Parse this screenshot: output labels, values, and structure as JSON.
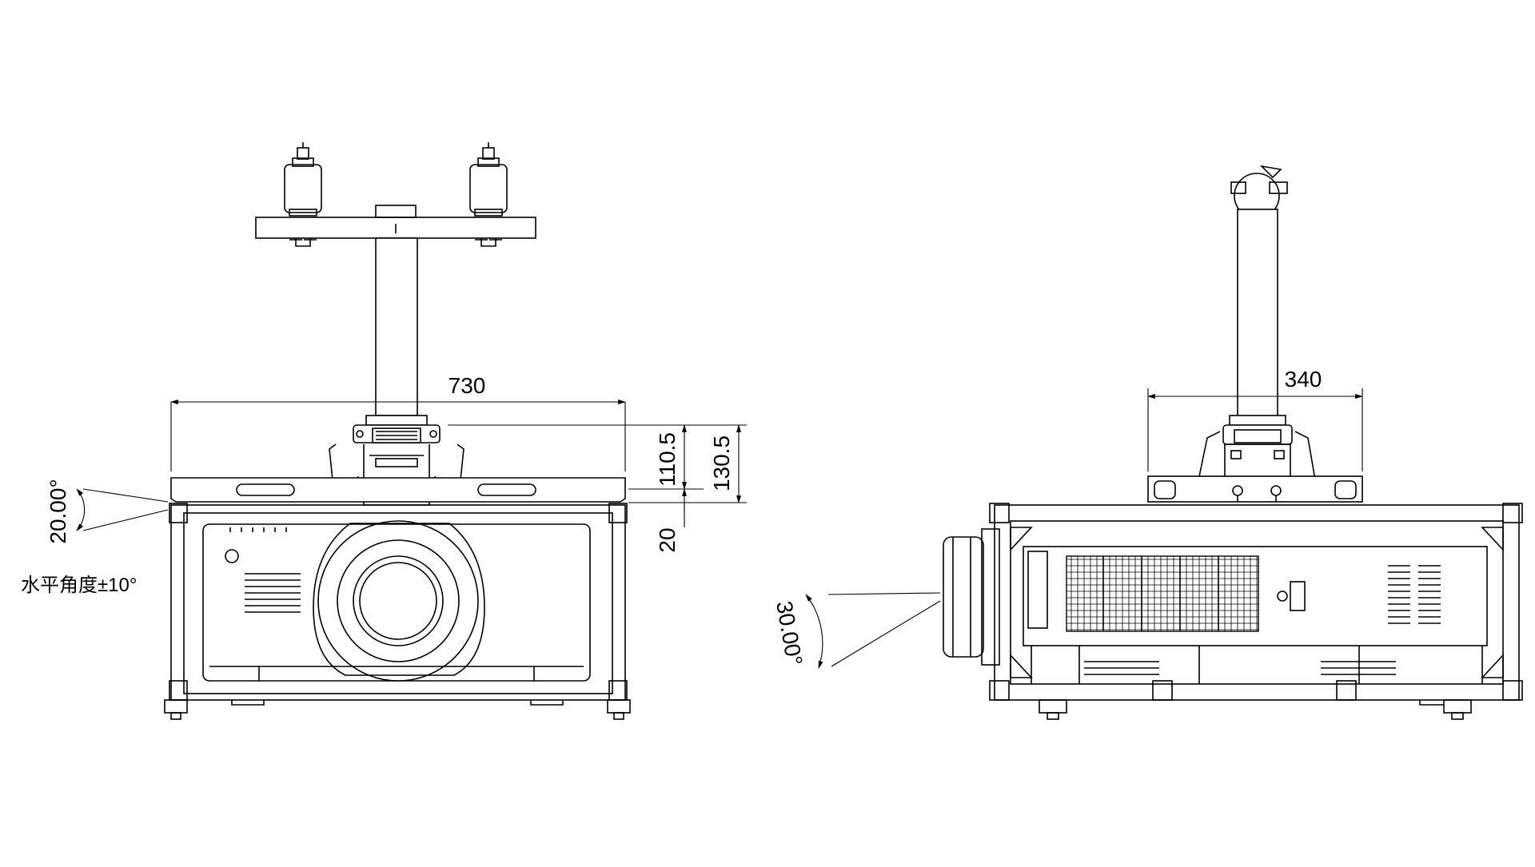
{
  "front_view": {
    "dim_width": "730",
    "dim_height_1": "110.5",
    "dim_height_2": "130.5",
    "dim_offset": "20",
    "angle_label": "20.00°",
    "tilt_note": "水平角度±10°"
  },
  "side_view": {
    "dim_width": "340",
    "angle_label": "30.00°"
  },
  "colors": {
    "line": "#000000",
    "background": "#ffffff"
  }
}
